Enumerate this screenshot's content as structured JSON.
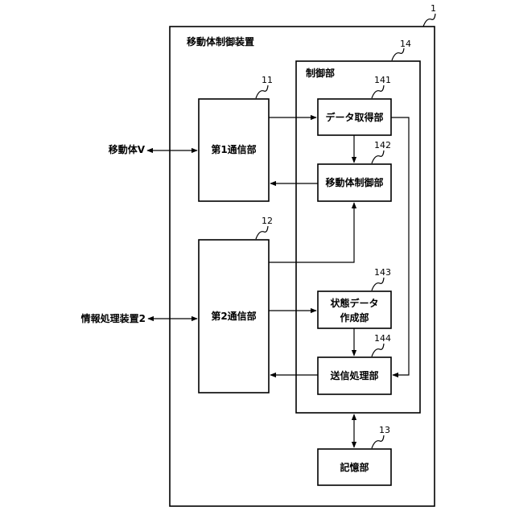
{
  "labels": {
    "device_title": "移動体制御装置",
    "control_unit": "制御部",
    "comm1": "第1通信部",
    "comm2": "第2通信部",
    "data_acq": "データ取得部",
    "mobile_ctrl": "移動体制御部",
    "state_data_line1": "状態データ",
    "state_data_line2": "作成部",
    "send_proc": "送信処理部",
    "storage": "記憶部",
    "ext_mobile": "移動体V",
    "ext_info": "情報処理装置2"
  },
  "refs": {
    "device": "1",
    "control_unit": "14",
    "comm1": "11",
    "comm2": "12",
    "storage": "13",
    "data_acq": "141",
    "mobile_ctrl": "142",
    "state_data": "143",
    "send_proc": "144"
  }
}
